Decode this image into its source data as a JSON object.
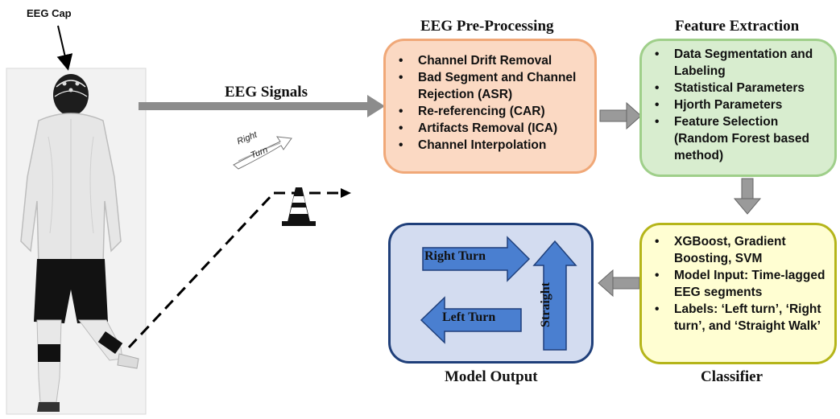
{
  "person": {
    "cap_label": "EEG Cap"
  },
  "signals_label": "EEG Signals",
  "turn_icon": {
    "word1": "Right",
    "word2": "Turn"
  },
  "cone_icon": "traffic-cone-icon",
  "preprocessing": {
    "title": "EEG Pre-Processing",
    "items": [
      "Channel Drift Removal",
      "Bad Segment and Channel Rejection (ASR)",
      "Re-referencing (CAR)",
      "Artifacts Removal (ICA)",
      "Channel Interpolation"
    ]
  },
  "features": {
    "title": "Feature Extraction",
    "items": [
      "Data Segmentation and Labeling",
      "Statistical Parameters",
      "Hjorth Parameters",
      "Feature Selection (Random Forest based method)"
    ]
  },
  "classifier": {
    "title": "Classifier",
    "items": [
      "XGBoost, Gradient Boosting, SVM",
      "Model Input: Time-lagged EEG segments",
      "Labels: ‘Left turn’, ‘Right turn’, and ‘Straight Walk’"
    ]
  },
  "output": {
    "title": "Model Output",
    "right": "Right Turn",
    "left": "Left Turn",
    "straight": "Straight"
  },
  "colors": {
    "preprocessing_fill": "#fbd9c3",
    "preprocessing_border": "#f0a878",
    "features_fill": "#d8edcf",
    "features_border": "#9fcf8a",
    "classifier_fill": "#fffed2",
    "classifier_border": "#b5b51a",
    "output_fill": "#d3dcf0",
    "output_border": "#1f3f7a",
    "arrow_blue": "#4a7fd0",
    "arrow_gray": "#8c8c8c"
  }
}
